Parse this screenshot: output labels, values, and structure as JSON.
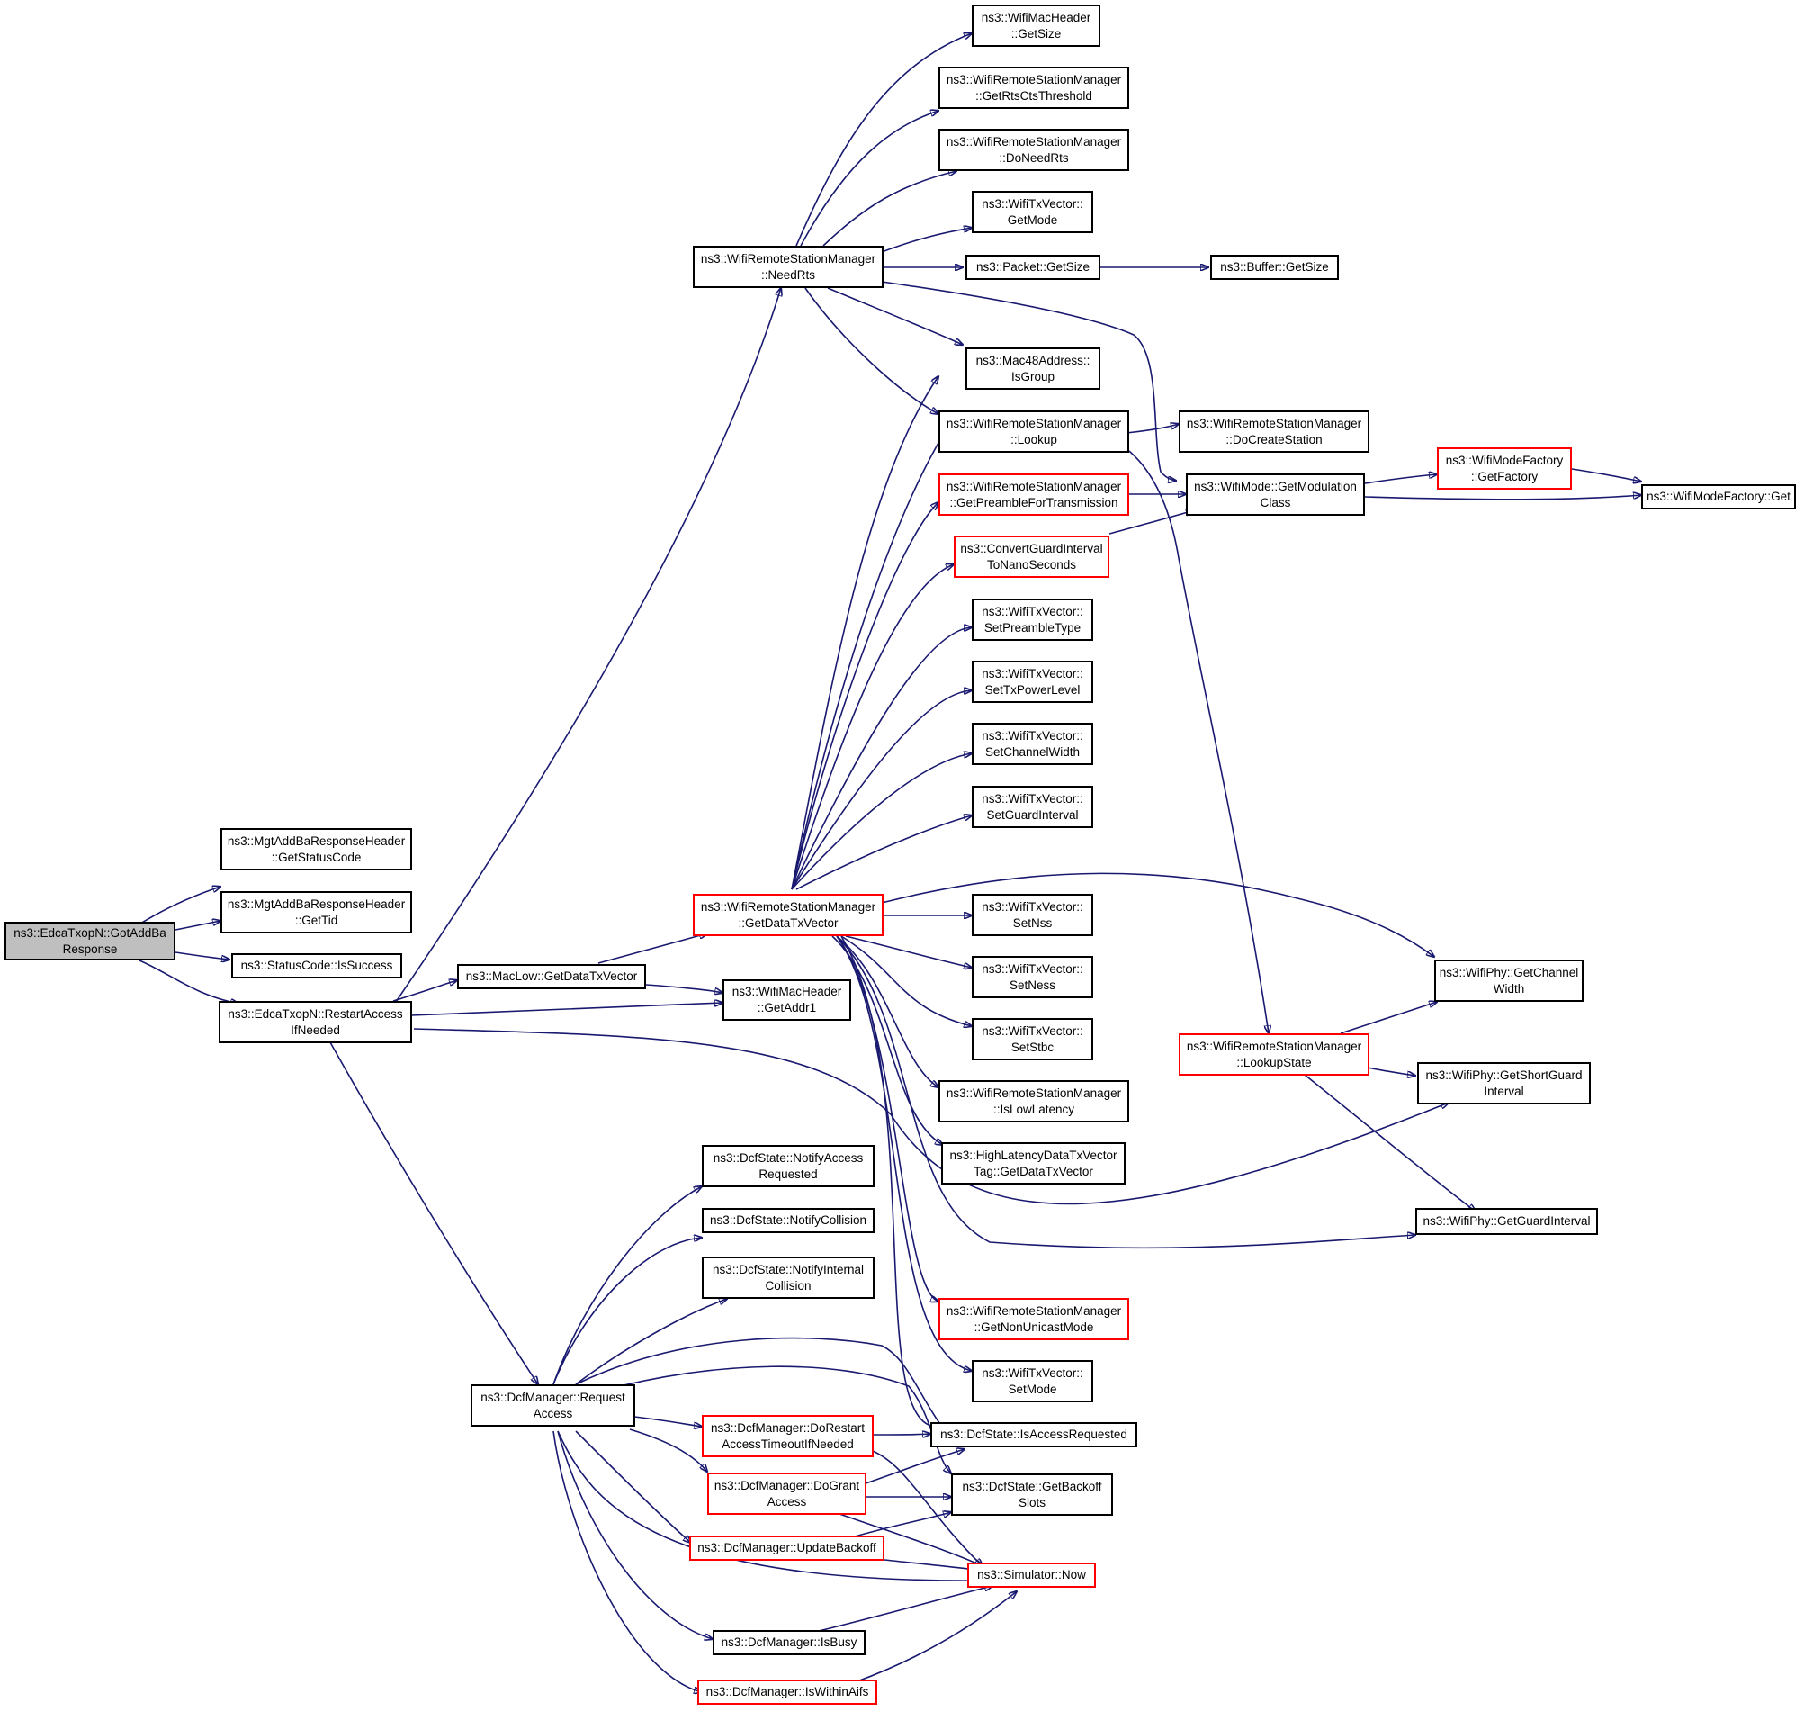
{
  "graph": {
    "colors": {
      "edge": "#191970",
      "link_node_border": "#000000",
      "undocumented_node_border": "#ff0000",
      "root_fill": "#bfbfbf"
    },
    "nodes": {
      "gotAddBaResponse": "ns3::EdcaTxopN::GotAddBa\nResponse",
      "getStatusCode": "ns3::MgtAddBaResponseHeader\n::GetStatusCode",
      "getTid": "ns3::MgtAddBaResponseHeader\n::GetTid",
      "isSuccess": "ns3::StatusCode::IsSuccess",
      "restartAccess": "ns3::EdcaTxopN::RestartAccess\nIfNeeded",
      "macLowGetDataTxVector": "ns3::MacLow::GetDataTxVector",
      "getAddr1": "ns3::WifiMacHeader\n::GetAddr1",
      "needRts": "ns3::WifiRemoteStationManager\n::NeedRts",
      "macHeaderGetSize": "ns3::WifiMacHeader\n::GetSize",
      "getRtsCtsThreshold": "ns3::WifiRemoteStationManager\n::GetRtsCtsThreshold",
      "doNeedRts": "ns3::WifiRemoteStationManager\n::DoNeedRts",
      "getMode": "ns3::WifiTxVector::\nGetMode",
      "packetGetSize": "ns3::Packet::GetSize",
      "bufferGetSize": "ns3::Buffer::GetSize",
      "isGroup": "ns3::Mac48Address::\nIsGroup",
      "lookup": "ns3::WifiRemoteStationManager\n::Lookup",
      "doCreateStation": "ns3::WifiRemoteStationManager\n::DoCreateStation",
      "getPreamble": "ns3::WifiRemoteStationManager\n::GetPreambleForTransmission",
      "getModulationClass": "ns3::WifiMode::GetModulation\nClass",
      "getFactory": "ns3::WifiModeFactory\n::GetFactory",
      "modeFactoryGet": "ns3::WifiModeFactory::Get",
      "convertGuard": "ns3::ConvertGuardInterval\nToNanoSeconds",
      "setPreambleType": "ns3::WifiTxVector::\nSetPreambleType",
      "setTxPowerLevel": "ns3::WifiTxVector::\nSetTxPowerLevel",
      "setChannelWidth": "ns3::WifiTxVector::\nSetChannelWidth",
      "setGuardInterval": "ns3::WifiTxVector::\nSetGuardInterval",
      "getDataTxVector": "ns3::WifiRemoteStationManager\n::GetDataTxVector",
      "setNss": "ns3::WifiTxVector::\nSetNss",
      "setNess": "ns3::WifiTxVector::\nSetNess",
      "setStbc": "ns3::WifiTxVector::\nSetStbc",
      "isLowLatency": "ns3::WifiRemoteStationManager\n::IsLowLatency",
      "highLatencyTag": "ns3::HighLatencyDataTxVector\nTag::GetDataTxVector",
      "getChannelWidth": "ns3::WifiPhy::GetChannel\nWidth",
      "lookupState": "ns3::WifiRemoteStationManager\n::LookupState",
      "getShortGuard": "ns3::WifiPhy::GetShortGuard\nInterval",
      "getGuardInterval": "ns3::WifiPhy::GetGuardInterval",
      "notifyAccessRequested": "ns3::DcfState::NotifyAccess\nRequested",
      "notifyCollision": "ns3::DcfState::NotifyCollision",
      "notifyInternalCollision": "ns3::DcfState::NotifyInternal\nCollision",
      "getNonUnicastMode": "ns3::WifiRemoteStationManager\n::GetNonUnicastMode",
      "setMode": "ns3::WifiTxVector::\nSetMode",
      "requestAccess": "ns3::DcfManager::Request\nAccess",
      "doRestartAccess": "ns3::DcfManager::DoRestart\nAccessTimeoutIfNeeded",
      "isAccessRequested": "ns3::DcfState::IsAccessRequested",
      "doGrantAccess": "ns3::DcfManager::DoGrant\nAccess",
      "getBackoffSlots": "ns3::DcfState::GetBackoff\nSlots",
      "updateBackoff": "ns3::DcfManager::UpdateBackoff",
      "simulatorNow": "ns3::Simulator::Now",
      "isBusy": "ns3::DcfManager::IsBusy",
      "isWithinAifs": "ns3::DcfManager::IsWithinAifs"
    }
  }
}
